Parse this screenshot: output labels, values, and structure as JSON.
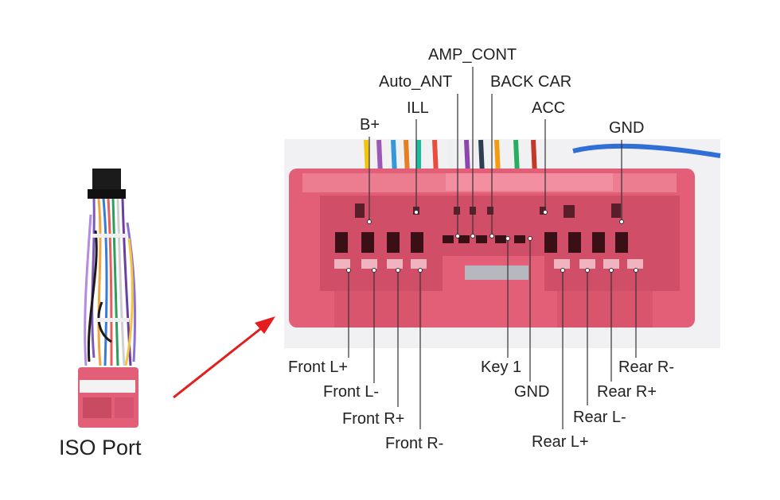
{
  "caption": "ISO Port",
  "colors": {
    "connector": "#e25f77",
    "arrow": "#e41e1e",
    "leader": "#333333"
  },
  "top_labels": {
    "amp_cont": "AMP_CONT",
    "auto_ant": "Auto_ANT",
    "back_car": "BACK CAR",
    "ill": "ILL",
    "acc": "ACC",
    "b_plus": "B+",
    "gnd": "GND"
  },
  "bottom_labels": {
    "front_l_plus": "Front L+",
    "front_l_minus": "Front L-",
    "front_r_plus": "Front R+",
    "front_r_minus": "Front R-",
    "key1": "Key 1",
    "gnd": "GND",
    "rear_r_minus": "Rear R-",
    "rear_r_plus": "Rear R+",
    "rear_l_minus": "Rear L-",
    "rear_l_plus": "Rear L+"
  }
}
